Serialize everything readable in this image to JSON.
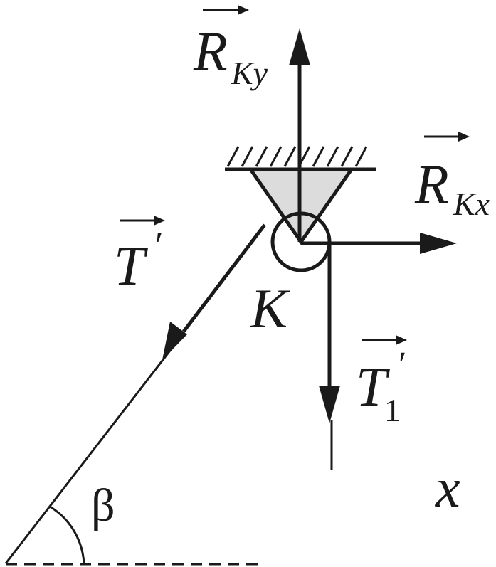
{
  "colors": {
    "ink": "#1a1a1a",
    "support_fill": "#dcdcdc",
    "background": "#ffffff"
  },
  "labels": {
    "R_Ky": {
      "main": "R",
      "sub": "Ky"
    },
    "R_Kx": {
      "main": "R",
      "sub": "Kx"
    },
    "T_prime": {
      "main": "T",
      "prime": "′"
    },
    "T1_prime": {
      "main": "T",
      "sub": "1",
      "prime": "′"
    },
    "K": "K",
    "x": "x",
    "beta": "β"
  }
}
